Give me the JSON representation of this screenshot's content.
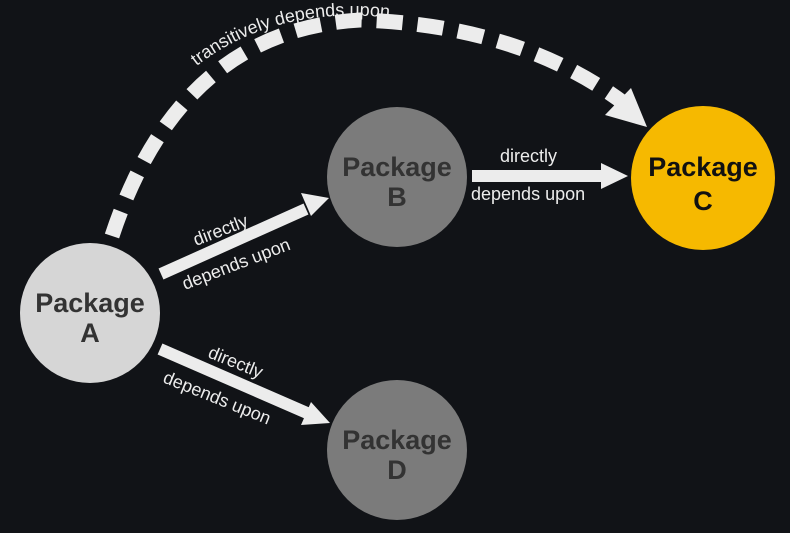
{
  "nodes": {
    "a": {
      "line1": "Package",
      "line2": "A"
    },
    "b": {
      "line1": "Package",
      "line2": "B"
    },
    "c": {
      "line1": "Package",
      "line2": "C"
    },
    "d": {
      "line1": "Package",
      "line2": "D"
    }
  },
  "edges": {
    "a_to_b": {
      "above": "directly",
      "below": "depends upon"
    },
    "b_to_c": {
      "above": "directly",
      "below": "depends upon"
    },
    "a_to_d": {
      "above": "directly",
      "below": "depends upon"
    },
    "a_to_c": {
      "label": "transitively depends upon"
    }
  },
  "colors": {
    "background": "#111317",
    "node_a": "#d6d6d6",
    "node_b": "#7b7b7b",
    "node_d": "#7b7b7b",
    "node_c": "#f6b900",
    "arrow": "#ececec",
    "node_text": "#333333",
    "highlight_text": "#111111"
  }
}
